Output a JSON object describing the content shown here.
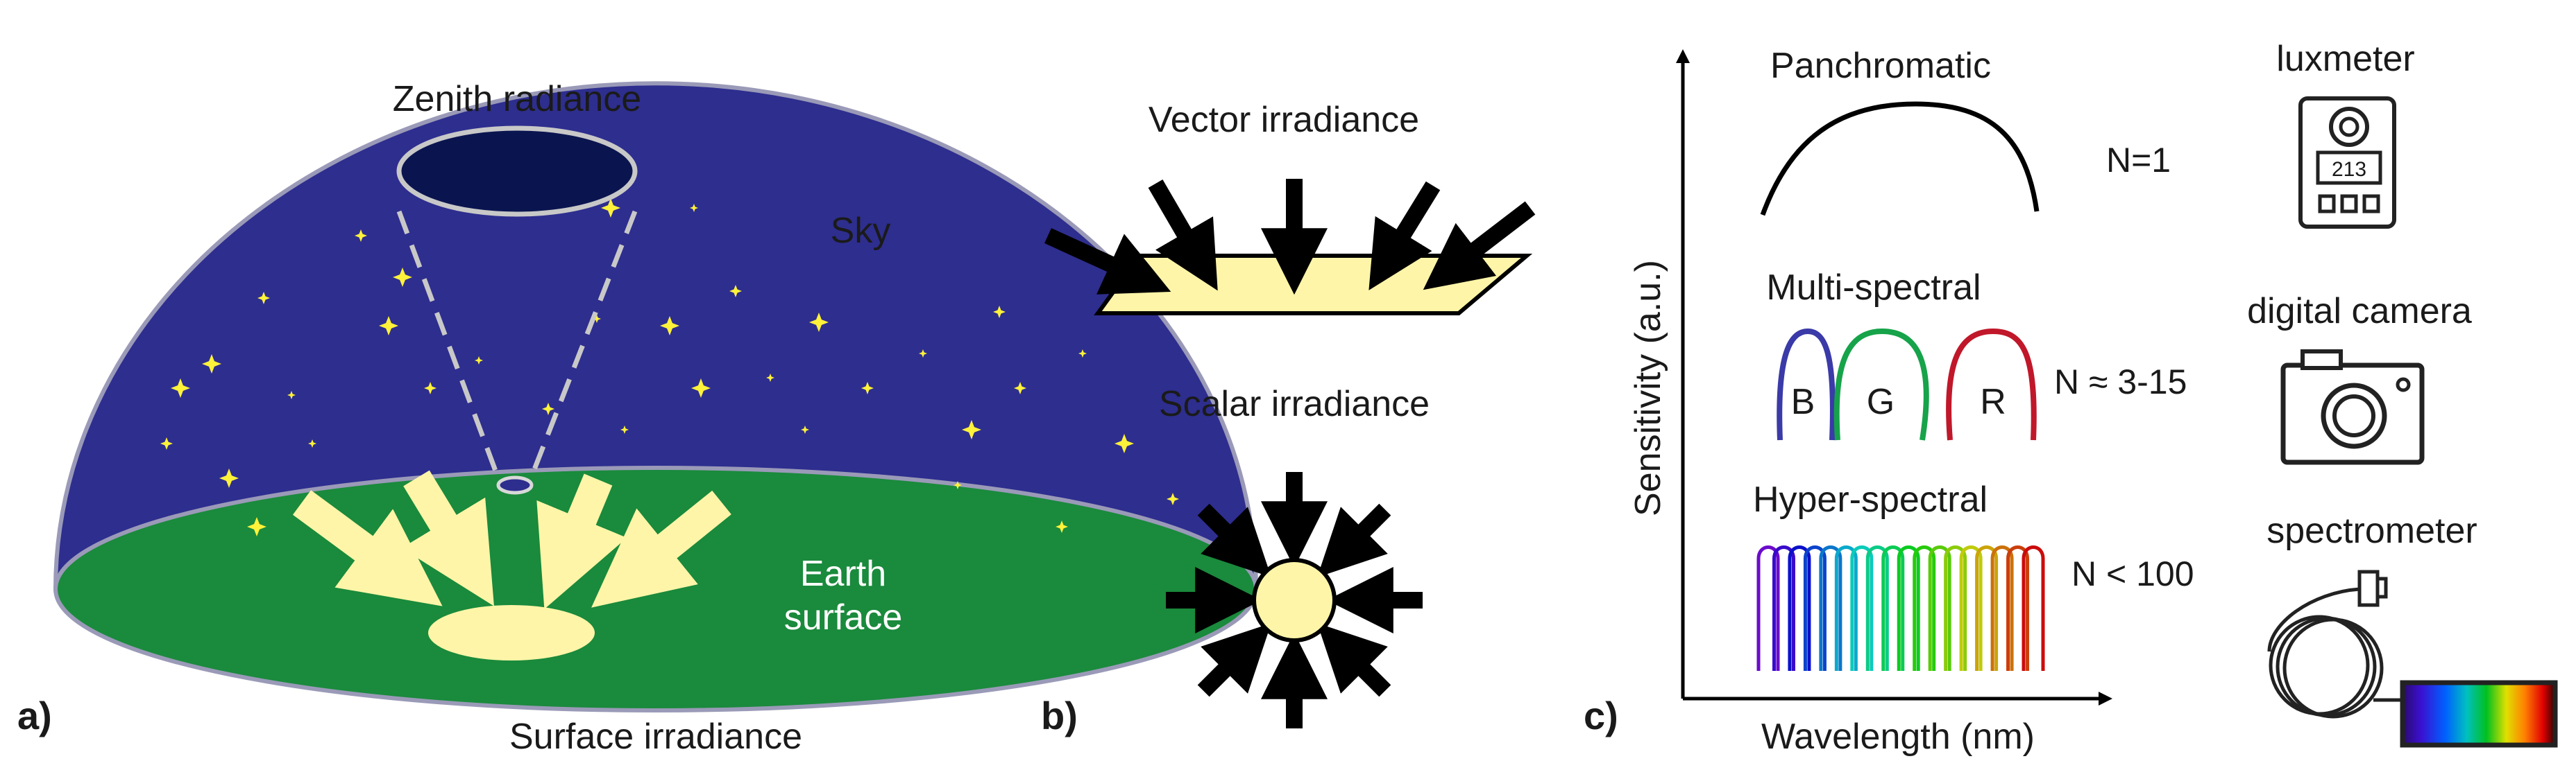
{
  "panel_a": {
    "tag": "a)",
    "zenith_label": "Zenith radiance",
    "sky_label": "Sky",
    "earth_label_line1": "Earth",
    "earth_label_line2": "surface",
    "surface_label": "Surface irradiance"
  },
  "panel_b": {
    "tag": "b)",
    "vector_label": "Vector irradiance",
    "scalar_label": "Scalar irradiance"
  },
  "panel_c": {
    "tag": "c)",
    "y_axis_label": "Sensitivity (a.u.)",
    "x_axis_label": "Wavelength (nm)",
    "panchromatic_label": "Panchromatic",
    "panchromatic_n": "N=1",
    "multispectral_label": "Multi-spectral",
    "multispectral_n": "N ≈ 3-15",
    "band_labels": [
      "B",
      "G",
      "R"
    ],
    "hyperspectral_label": "Hyper-spectral",
    "hyperspectral_n": "N < 100",
    "device_labels": {
      "luxmeter": "luxmeter",
      "camera": "digital camera",
      "spectrometer": "spectrometer"
    },
    "luxmeter_display": "213"
  },
  "colors": {
    "sky": "#2e2e8f",
    "sky_zenith": "#0a1550",
    "earth": "#1a8a3c",
    "arrow_yellow": "#fff5a8",
    "star": "#fff23a",
    "band_blue": "#3a3aa8",
    "band_green": "#16a34a",
    "band_red": "#c0182a"
  }
}
